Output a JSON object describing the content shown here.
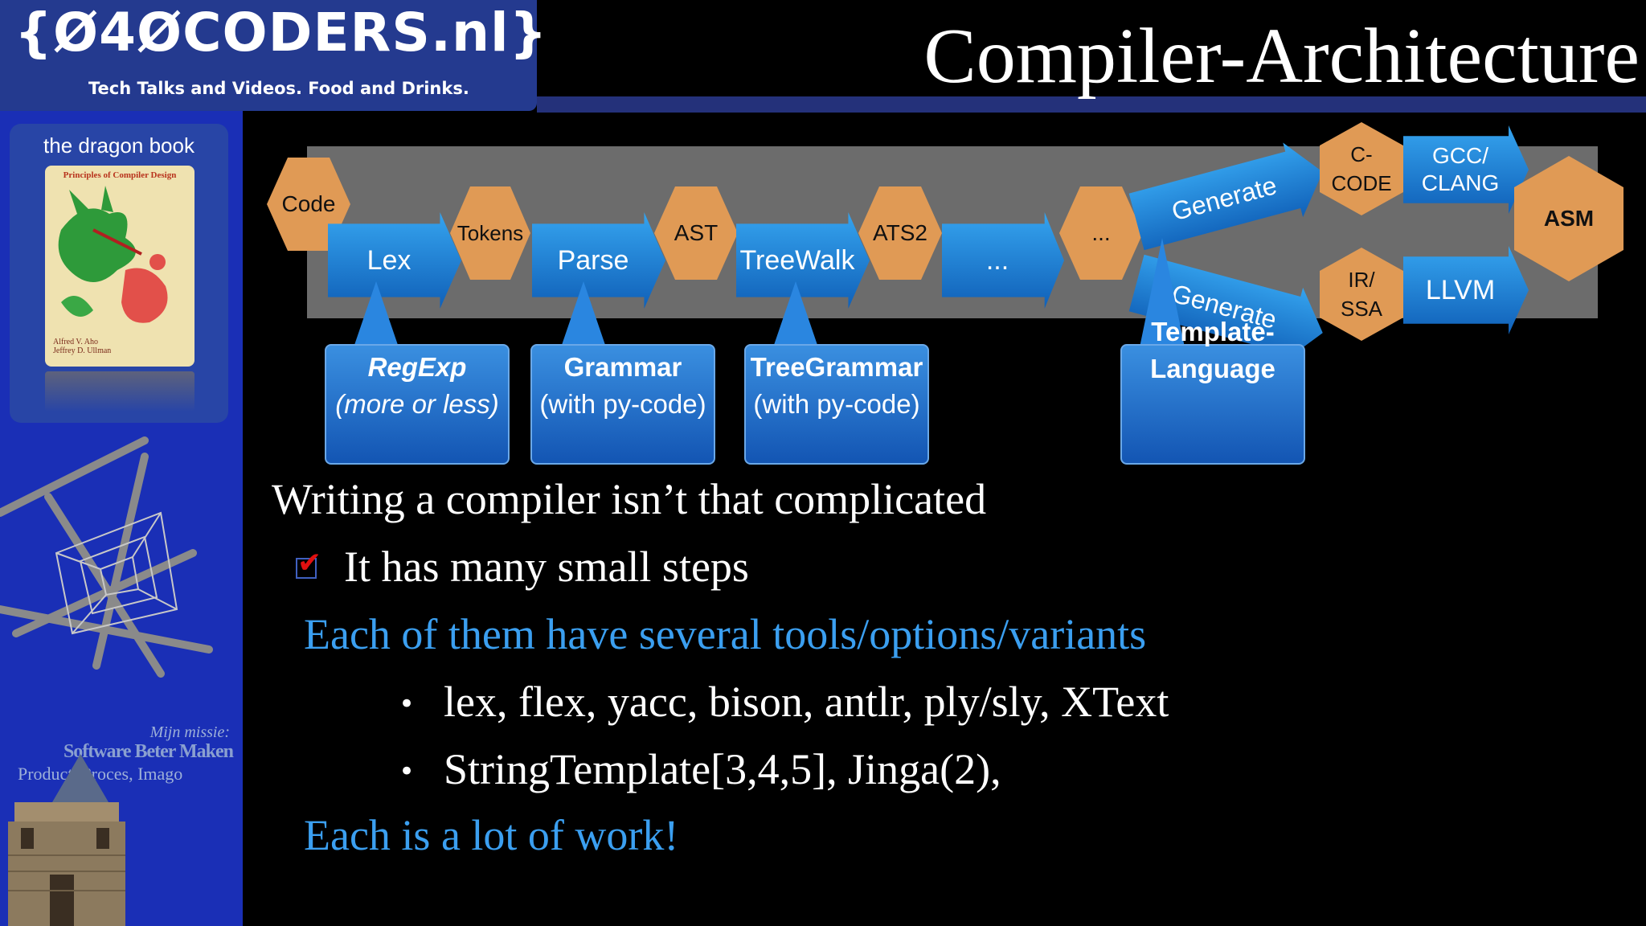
{
  "logo": {
    "main": "{Ø4ØCODERS.nl}",
    "sub": "Tech Talks and Videos. Food and Drinks."
  },
  "slide": {
    "title": "Compiler-Architecture"
  },
  "sidebar": {
    "book_label": "the dragon book",
    "book_title": "Principles of Compiler Design",
    "book_authors": "Alfred V. Aho\nJeffrey D. Ullman",
    "mission": "Mijn missie:",
    "mission_title": "Software Beter Maken",
    "mission_sub": "Product, Proces, Imago"
  },
  "diagram": {
    "nodes": {
      "code": "Code",
      "tokens": "Tokens",
      "ast": "AST",
      "ats2": "ATS2",
      "dots": "...",
      "ccode": "C-\nCODE",
      "irssa": "IR/\nSSA",
      "asm": "ASM"
    },
    "arrows": {
      "lex": "Lex",
      "parse": "Parse",
      "treewalk": "TreeWalk",
      "dots": "...",
      "generate1": "Generate",
      "generate2": "Generate",
      "gcc": "GCC/\nCLANG",
      "llvm": "LLVM"
    },
    "callouts": {
      "regexp_title": "RegExp",
      "regexp_sub": "(more or less)",
      "grammar_title": "Grammar",
      "grammar_sub": "(with py-code)",
      "treegrammar_title": "TreeGrammar",
      "treegrammar_sub": "(with py-code)",
      "template_title": "Template-\nLanguage"
    }
  },
  "body": {
    "line1": "Writing a compiler isn’t that complicated",
    "line2": "It has many small steps",
    "line3": "Each of them have several tools/options/variants",
    "bullet1": "lex, flex, yacc, bison, antlr, ply/sly, XText",
    "bullet2": "StringTemplate[3,4,5], Jinga(2),",
    "line4": "Each is a lot of work!"
  },
  "colors": {
    "accent_blue": "#3b9ff0",
    "hex_orange": "#e09a55",
    "sidebar_blue": "#1a2fb6",
    "check_red": "#e01010"
  },
  "icons": {
    "check": "checkbox-checked-icon"
  }
}
